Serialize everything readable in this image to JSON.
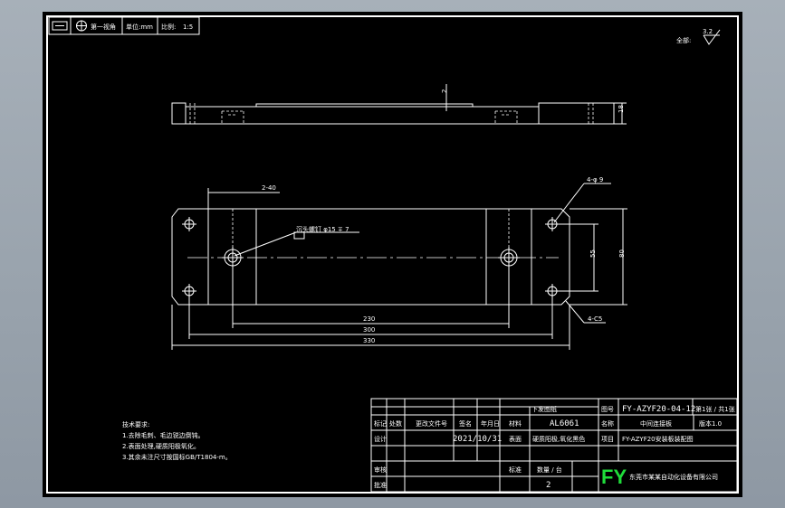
{
  "header_cells": {
    "view_label": "第一视角",
    "unit_label": "单位:mm",
    "scale_label": "比例:",
    "scale_value": "1:5"
  },
  "roughness": {
    "label": "全部:",
    "value": "3.2"
  },
  "dimensions": {
    "depth_2": "2",
    "thickness_18": "18",
    "holes_2_40": "2-40",
    "holes_4_9": "4-φ 9",
    "counterbore": "沉头螺钉 φ15 ∓ 7",
    "width_230": "230",
    "width_300": "300",
    "width_330": "330",
    "height_55": "55",
    "height_80": "80",
    "chamfer": "4-C5"
  },
  "technical_requirements": {
    "title": "技术要求:",
    "items": [
      "1.去除毛刺、毛边锐边倒钝。",
      "2.表面处理,硬质阳极氧化。",
      "3.其余未注尺寸按国标GB/T1804-m。"
    ]
  },
  "title_block": {
    "drawing_number_label": "图号",
    "drawing_number": "FY-AZYF20-04-12",
    "sheet_info": "第1张 / 共1张",
    "design_stage": "下发图纸",
    "part_label": "名称",
    "part_name": "中间连接板",
    "version": "版本1.0",
    "mark_label": "标记",
    "count_label": "处数",
    "change_label": "更改文件号",
    "sign_label": "签名",
    "date_label": "年月日",
    "material_label": "材料",
    "material_value": "AL6061",
    "designer_label": "设计",
    "date_value": "2021/10/31",
    "surface_label": "表面",
    "surface_value": "硬质阳极,氧化黑色",
    "project_label": "项目",
    "project_value": "FY-AZYF20安装板装配图",
    "review_label": "审核",
    "standard_label": "标准",
    "qty_label": "数量 / 台",
    "qty_value": "2",
    "approve_label": "批准",
    "logo_text": "FY",
    "company_name": "东莞市某某自动化设备有限公司"
  }
}
